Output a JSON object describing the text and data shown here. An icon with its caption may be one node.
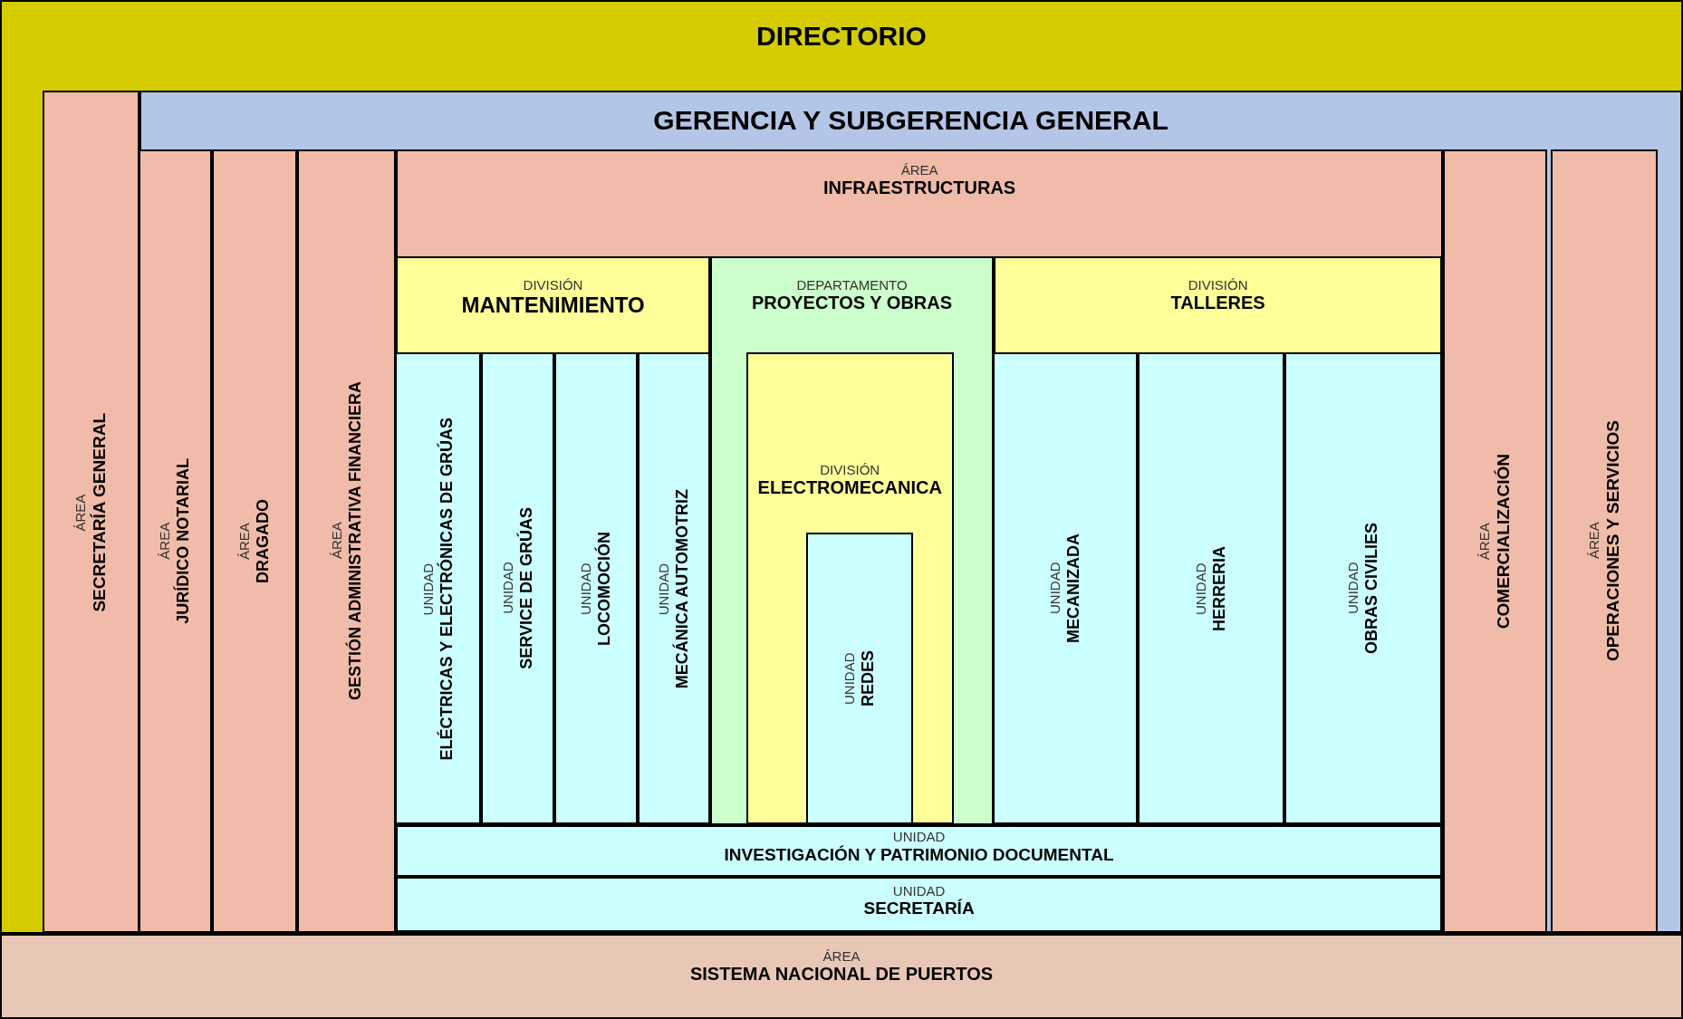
{
  "diagram": {
    "nodes": [
      {
        "text": [
          "DIRECTORIO"
        ]
      },
      {
        "text": [
          "ÁREA",
          "SECRETARÍA GENERAL"
        ],
        "in": 0
      },
      {
        "text": [
          "GERENCIA Y SUBGERENCIA GENERAL"
        ],
        "in": 0
      },
      {
        "text": [
          "ÁREA",
          "JURÍDICO NOTARIAL"
        ],
        "in": 2
      },
      {
        "text": [
          "ÁREA",
          "DRAGADO"
        ],
        "in": 2
      },
      {
        "text": [
          "ÁREA",
          "GESTIÓN ADMINISTRATIVA FINANCIERA"
        ],
        "in": 2
      },
      {
        "text": [
          "ÁREA",
          "INFRAESTRUCTURAS"
        ],
        "in": 2
      },
      {
        "text": [
          "DIVISIÓN",
          "MANTENIMIENTO"
        ],
        "in": 6
      },
      {
        "text": [
          "UNIDAD",
          "ELÉCTRICAS Y ELECTRÓNICAS DE GRÚAS"
        ],
        "in": 7
      },
      {
        "text": [
          "UNIDAD",
          "SERVICE DE GRÚAS"
        ],
        "in": 7
      },
      {
        "text": [
          "UNIDAD",
          "LOCOMOCIÓN"
        ],
        "in": 7
      },
      {
        "text": [
          "UNIDAD",
          "MECÁNICA AUTOMOTRIZ"
        ],
        "in": 7
      },
      {
        "text": [
          "DEPARTAMENTO",
          "PROYECTOS Y OBRAS"
        ],
        "in": 6
      },
      {
        "text": [
          "DIVISIÓN",
          "ELECTROMECANICA"
        ],
        "in": 12
      },
      {
        "text": [
          "UNIDAD",
          "REDES"
        ],
        "in": 13
      },
      {
        "text": [
          "DIVISIÓN",
          "TALLERES"
        ],
        "in": 6
      },
      {
        "text": [
          "UNIDAD",
          "MECANIZADA"
        ],
        "in": 15
      },
      {
        "text": [
          "UNIDAD",
          "HERRERIA"
        ],
        "in": 15
      },
      {
        "text": [
          "UNIDAD",
          "OBRAS CIVILIES"
        ],
        "in": 15
      },
      {
        "text": [
          "UNIDAD",
          "INVESTIGACIÓN Y PATRIMONIO DOCUMENTAL"
        ],
        "in": 6
      },
      {
        "text": [
          "UNIDAD",
          "SECRETARÍA"
        ],
        "in": 6
      },
      {
        "text": [
          "ÁREA",
          "COMERCIALIZACIÓN"
        ],
        "in": 2
      },
      {
        "text": [
          "ÁREA",
          "OPERACIONES Y SERVICIOS"
        ],
        "in": 2
      },
      {
        "text": [
          "ÁREA",
          "SISTEMA NACIONAL DE PUERTOS"
        ]
      }
    ]
  }
}
